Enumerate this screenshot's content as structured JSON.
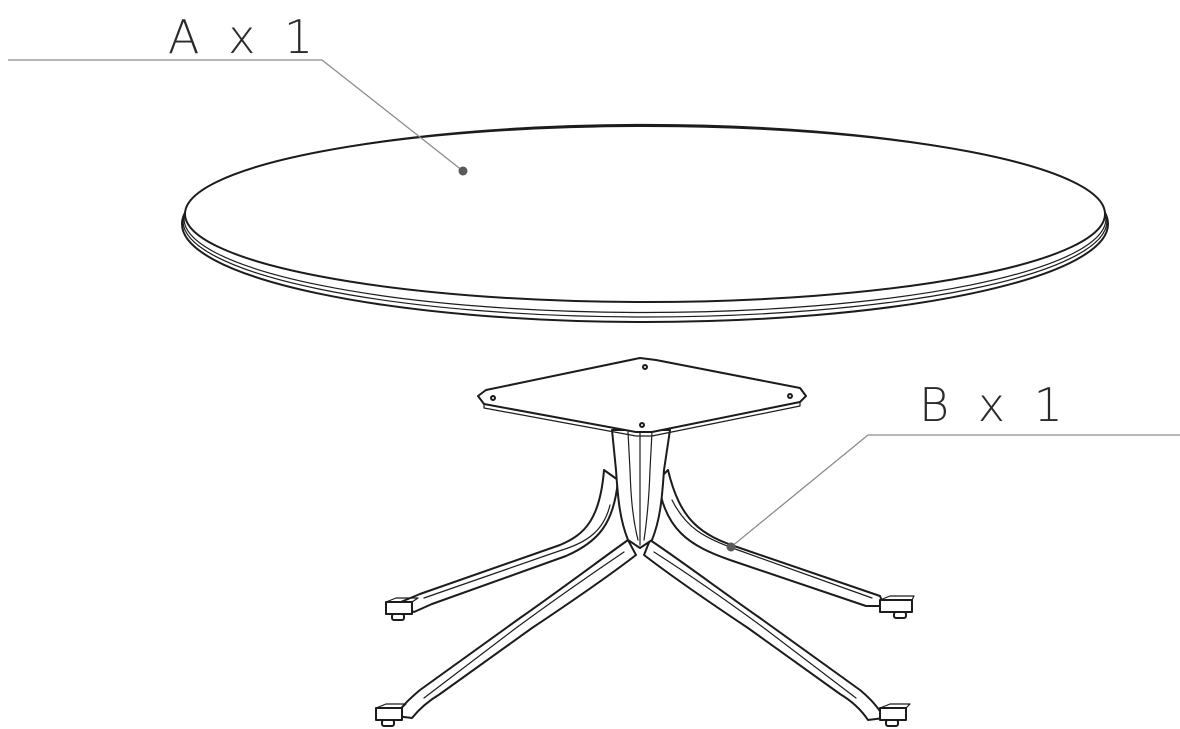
{
  "parts": [
    {
      "id": "A",
      "label": "A x 1",
      "name": "tabletop"
    },
    {
      "id": "B",
      "label": "B x 1",
      "name": "base"
    }
  ],
  "colors": {
    "line": "#1c1c1c",
    "leader": "#8c8c8c",
    "text": "#2a2a2a",
    "background": "#ffffff"
  }
}
